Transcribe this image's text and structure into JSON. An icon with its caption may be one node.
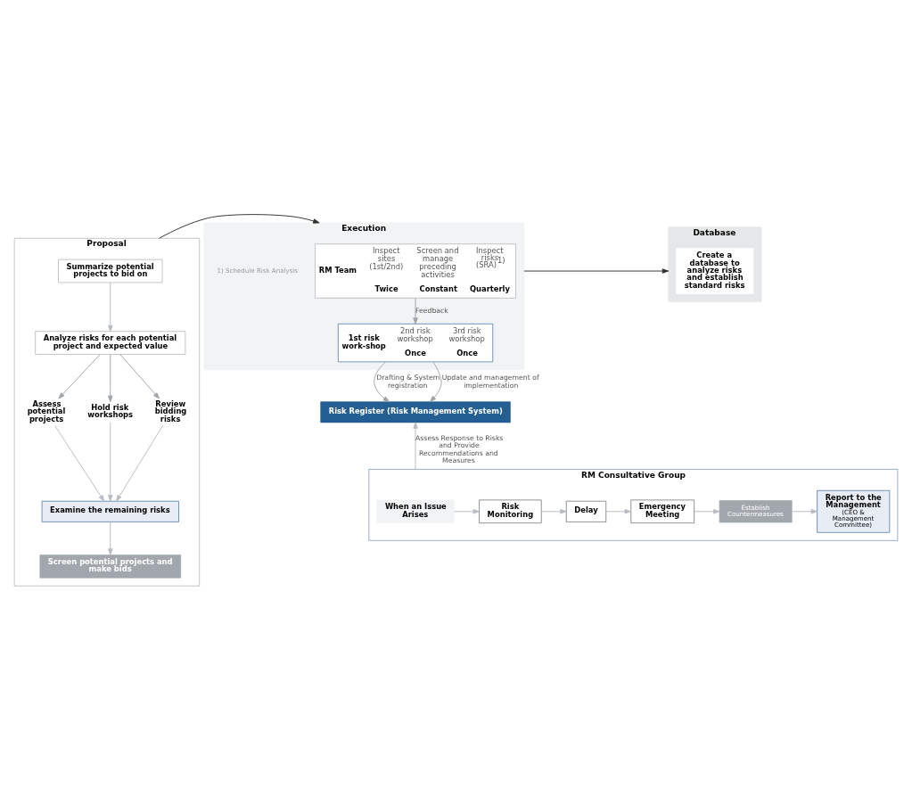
{
  "diagram": {
    "nodes": [
      {
        "text": [
          "Proposal"
        ]
      },
      {
        "text": [
          "Execution"
        ]
      },
      {
        "text": [
          "Database"
        ]
      },
      {
        "text": [
          "Summarize potential projects to bid on"
        ],
        "in": 0
      },
      {
        "text": [
          "Analyze risks for each potential project and expected value"
        ],
        "in": 0
      },
      {
        "text": [
          "Assess potential projects"
        ],
        "in": 0
      },
      {
        "text": [
          "Hold risk workshops"
        ],
        "in": 0
      },
      {
        "text": [
          "Review bidding risks"
        ],
        "in": 0
      },
      {
        "text": [
          "Examine the remaining risks"
        ],
        "in": 0
      },
      {
        "text": [
          "Screen potential projects and make bids"
        ],
        "in": 0
      },
      {
        "text": [
          "RM Team",
          "Inspect sites (1st/2nd)",
          "Twice",
          "Screen and manage preceding activities",
          "Constant",
          "Inspect risks (SRA)$^{1)}$",
          "Quarterly"
        ],
        "in": 1
      },
      {
        "text": [
          "1st risk work-shop",
          "2nd risk workshop",
          "Once",
          "3rd risk workshop",
          "Once"
        ],
        "in": 1
      },
      {
        "text": [
          "Create a database to analyze risks and establish standard risks"
        ],
        "in": 2
      },
      {
        "text": [
          "Risk Register (Risk Management System)"
        ]
      },
      {
        "text": [
          "RM Consultative Group"
        ]
      },
      {
        "text": [
          "When an Issue Arises"
        ],
        "in": 14
      },
      {
        "text": [
          "Risk Monitoring"
        ],
        "in": 14
      },
      {
        "text": [
          "Delay"
        ],
        "in": 14
      },
      {
        "text": [
          "Emergency Meeting"
        ],
        "in": 14
      },
      {
        "text": [
          "Establish Countermeasures"
        ],
        "in": 14
      },
      {
        "text": [
          "Report to the Management",
          "(CEO & Management Committee)"
        ],
        "in": 14
      }
    ],
    "edges": [
      {
        "from": 0,
        "to": 1,
        "arrow": "to",
        "color": "#333333"
      },
      {
        "from": 1,
        "to": 2,
        "arrow": "to",
        "color": "#333333"
      },
      {
        "from": 3,
        "to": 4,
        "arrow": "to"
      },
      {
        "from": 4,
        "to": 5,
        "arrow": "to",
        "color": "#a0a5ab"
      },
      {
        "from": 4,
        "to": 6,
        "arrow": "to",
        "color": "#a0a5ab"
      },
      {
        "from": 4,
        "to": 7,
        "arrow": "to",
        "color": "#a0a5ab"
      },
      {
        "from": 5,
        "to": 8,
        "arrow": "to"
      },
      {
        "from": 6,
        "to": 8,
        "arrow": "to"
      },
      {
        "from": 7,
        "to": 8,
        "arrow": "to"
      },
      {
        "from": 8,
        "to": 9,
        "arrow": "to"
      },
      {
        "from": 10,
        "to": 11,
        "arrow": "to",
        "label": "Feedback",
        "color": "#a0a5ab"
      },
      {
        "from": 11,
        "to": 13,
        "arrow": "to",
        "label": "Drafting & System registration",
        "color": "#a0a5ab"
      },
      {
        "from": 11,
        "to": 13,
        "arrow": "to",
        "label": "Update and management of implementation",
        "color": "#a0a5ab"
      },
      {
        "from": 14,
        "to": 13,
        "arrow": "to",
        "label": "Assess Response to Risks and Provide Recommendations and Measures"
      },
      {
        "from": 15,
        "to": 16,
        "arrow": "to"
      },
      {
        "from": 16,
        "to": 17,
        "arrow": "to"
      },
      {
        "from": 17,
        "to": 18,
        "arrow": "to"
      },
      {
        "from": 18,
        "to": 19,
        "arrow": "to"
      },
      {
        "from": 19,
        "to": 20,
        "arrow": "to"
      }
    ],
    "labels": [
      "1) Schedule Risk Analysis"
    ]
  }
}
